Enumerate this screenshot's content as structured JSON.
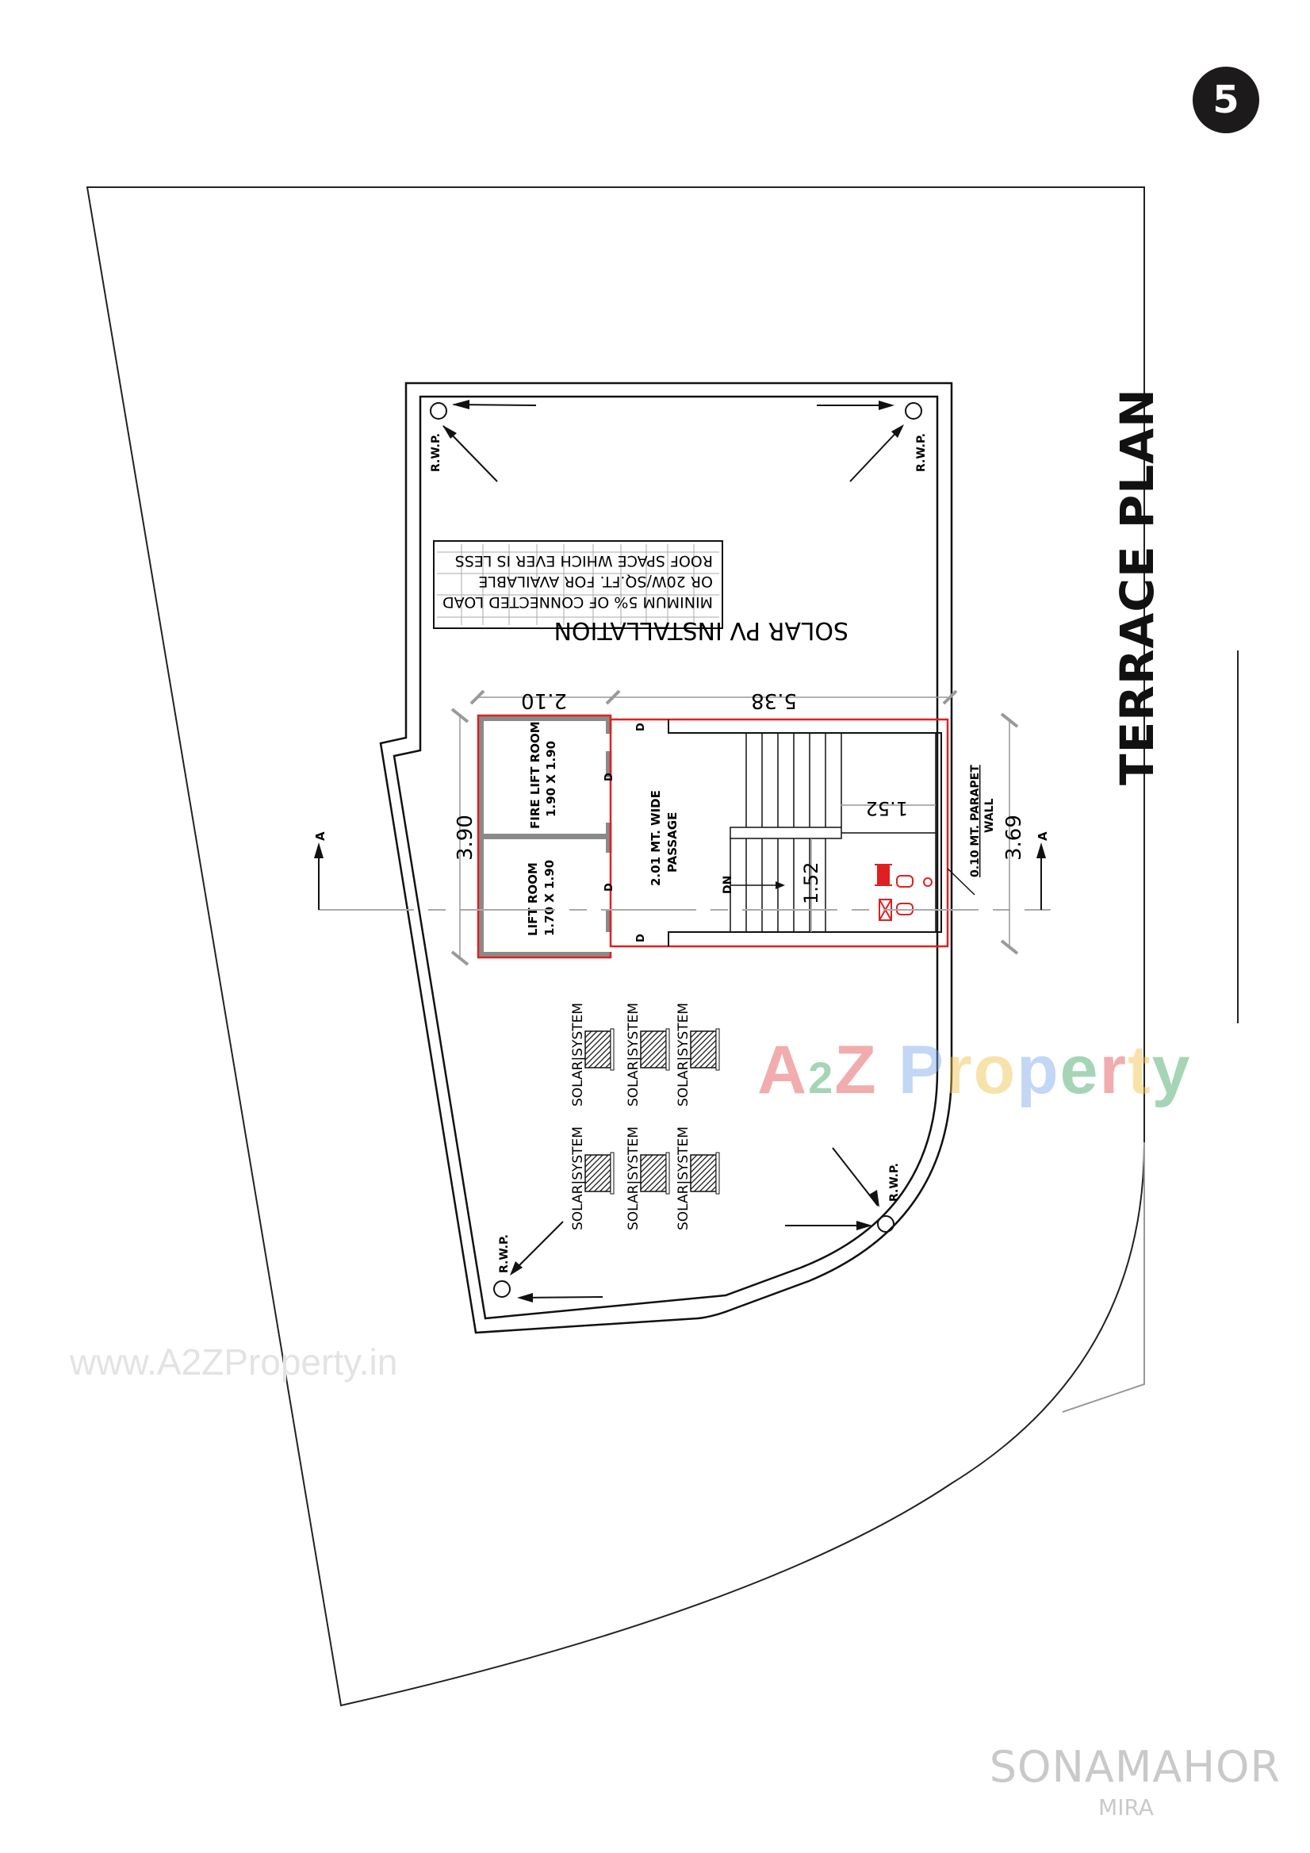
{
  "page": {
    "number": "5"
  },
  "title": "TERRACE PLAN",
  "solar_pv": {
    "heading": "SOLAR PV INSTALLATION",
    "note_lines": [
      "MINIMUM 5% OF CONNECTED LOAD",
      "OR 20W/SQ.FT. FOR AVAILABLE",
      "ROOF SPACE WHICH EVER IS LESS"
    ]
  },
  "rooms": {
    "fire_lift": {
      "name": "FIRE LIFT ROOM",
      "size": "1.90 X 1.90"
    },
    "lift": {
      "name": "LIFT ROOM",
      "size": "1.70 X 1.90"
    },
    "passage": {
      "line1": "2.01 MT. WIDE",
      "line2": "PASSAGE"
    },
    "door_label": "D",
    "stair_label": "DN"
  },
  "dimensions": {
    "width_lift": "2.10",
    "width_stair": "5.38",
    "height_left": "3.90",
    "height_right": "3.69",
    "landing": "1.52",
    "flight": "1.52"
  },
  "parapet": {
    "line1": "0.10 MT. PARAPET",
    "line2": "WALL"
  },
  "section_marker": "A",
  "rwp_label": "R.W.P.",
  "solar_unit_label": "SOLAR|SYSTEM",
  "colors": {
    "accent_red": "#e02020",
    "wall_gray": "#8a8a8a",
    "dim_gray": "#999999"
  },
  "watermarks": {
    "url": "www.A2ZProperty.in",
    "logo": "A2Z Property"
  },
  "brand": {
    "name": "SONAMAHOR",
    "location": "MIRA"
  }
}
